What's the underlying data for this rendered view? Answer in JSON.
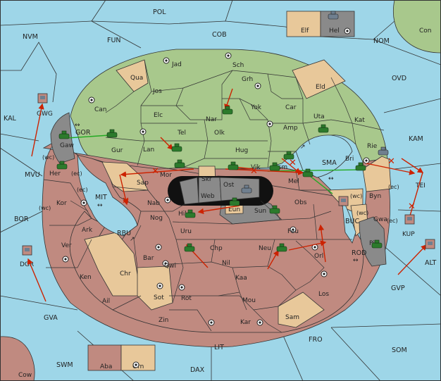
{
  "colors": {
    "sea": "#9ed6e8",
    "green": "#a8c88c",
    "rose": "#c08a80",
    "tan": "#e8c89a",
    "gray": "#8a8a8a",
    "black": "#111111",
    "order_move": "#cc2200",
    "order_support": "#22aa22"
  },
  "legend": {
    "tan_box": "Elf",
    "gray_box": "Hel"
  },
  "legend_bottom": {
    "rose_box": "Aba",
    "tan_box": "Orn"
  },
  "sea_labels": {
    "pol": "POL",
    "nvm": "NVM",
    "fun": "FUN",
    "cob": "COB",
    "nom": "NOM",
    "ovd": "OVD",
    "kal": "KAL",
    "kam": "KAM",
    "mvu": "MVU",
    "bor": "BOR",
    "buc": "BUC",
    "alt": "ALT",
    "gvp": "GVP",
    "gva": "GVA",
    "fro": "FRO",
    "lit": "LIT",
    "som": "SOM",
    "swm": "SWM",
    "dax": "DAX",
    "gor": "GOR",
    "sma": "SMA",
    "mit": "MIT",
    "rbu": "RBU",
    "rod": "ROD"
  },
  "corner_lands": {
    "con": "Con",
    "cow": "Cow",
    "dgr": "DGR"
  },
  "provinces": {
    "jad": "Jad",
    "sch": "Sch",
    "qua": "Qua",
    "jos": "Jos",
    "grh": "Grh",
    "eld": "Eld",
    "can": "Can",
    "elc": "Elc",
    "nar": "Nar",
    "yok": "Yok",
    "car": "Car",
    "uta": "Uta",
    "kat": "Kat",
    "gwg": "GWG",
    "tel": "Tel",
    "olk": "Olk",
    "amp": "Amp",
    "gaw": "Gaw",
    "gur": "Gur",
    "lan": "Lan",
    "hug": "Hug",
    "esm": "Esm",
    "bri": "Bri",
    "rie": "Rie",
    "her": "Her",
    "mor": "Mor",
    "skr": "Skr",
    "vik": "Vik",
    "sap": "Sap",
    "ost": "Ost",
    "web": "Web",
    "mel": "Mel",
    "tei": "TEI",
    "kor": "Kor",
    "nab": "Nab",
    "eun": "Eun",
    "sun": "Sun",
    "obs": "Obs",
    "byn": "Byn",
    "gwa": "Gwa",
    "hil": "Hil",
    "nog": "Nog",
    "ark": "Ark",
    "uru": "Uru",
    "feu": "Feu",
    "kup": "KUP",
    "pir": "Pir",
    "ver": "Ver",
    "chp": "Chp",
    "neu": "Neu",
    "bar": "Bar",
    "qwi": "Qwi",
    "nil": "Nil",
    "orl": "Orl",
    "ken": "Ken",
    "chr": "Chr",
    "kaa": "Kaa",
    "sot": "Sot",
    "rot": "Rot",
    "ail": "Ail",
    "mou": "Mou",
    "los": "Los",
    "zin": "Zin",
    "kar": "Kar",
    "sam": "Sam"
  },
  "coast_labels": {
    "wc1": "(wc)",
    "ec1": "(ec)",
    "ec2": "(ec)",
    "wc2": "(wc)",
    "wc3": "(wc)",
    "ec3": "(ec)",
    "wc4": "(wc)"
  },
  "arrows": {
    "double": "↔",
    "diag": "↗"
  },
  "order_marks": {
    "x": "✕"
  }
}
